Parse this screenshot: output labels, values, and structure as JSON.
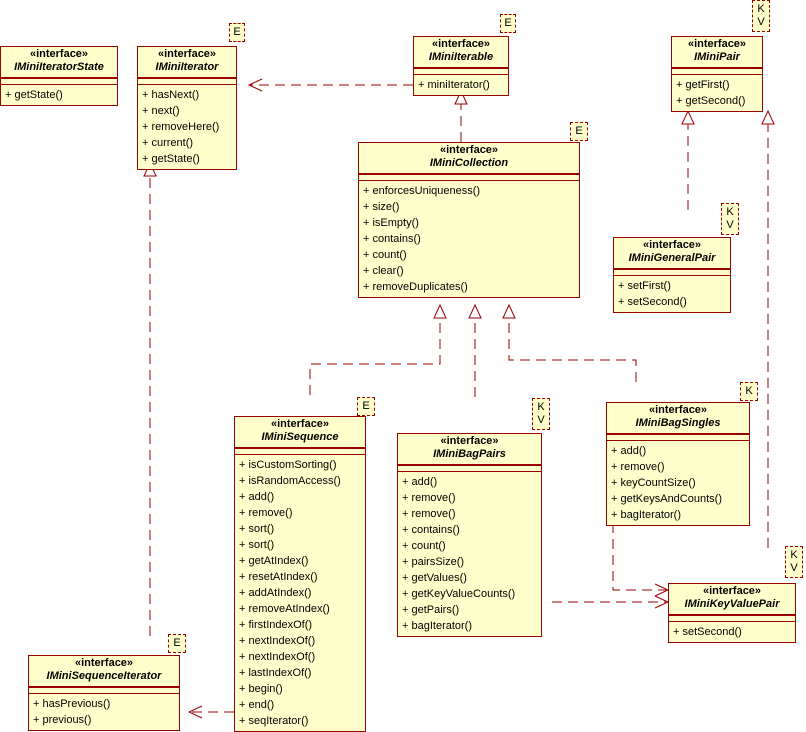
{
  "stereotype": "«interface»",
  "classes": [
    {
      "key": "state",
      "name": "IMiniIteratorState",
      "params": [],
      "ops": [
        "+ getState()"
      ]
    },
    {
      "key": "iter",
      "name": "IMiniIterator",
      "params": [
        "E"
      ],
      "ops": [
        "+ hasNext()",
        "+ next()",
        "+ removeHere()",
        "+ current()",
        "+ getState()"
      ]
    },
    {
      "key": "iterable",
      "name": "IMiniIterable",
      "params": [
        "E"
      ],
      "ops": [
        "+ miniIterator()"
      ]
    },
    {
      "key": "pair",
      "name": "IMiniPair",
      "params": [
        "K",
        "V"
      ],
      "ops": [
        "+ getFirst()",
        "+ getSecond()"
      ]
    },
    {
      "key": "coll",
      "name": "IMiniCollection",
      "params": [
        "E"
      ],
      "ops": [
        "+ enforcesUniqueness()",
        "+ size()",
        "+ isEmpty()",
        "+ contains()",
        "+ count()",
        "+ clear()",
        "+ removeDuplicates()"
      ]
    },
    {
      "key": "gpair",
      "name": "IMiniGeneralPair",
      "params": [
        "K",
        "V"
      ],
      "ops": [
        "+ setFirst()",
        "+ setSecond()"
      ]
    },
    {
      "key": "seq",
      "name": "IMiniSequence",
      "params": [
        "E"
      ],
      "ops": [
        "+ isCustomSorting()",
        "+ isRandomAccess()",
        "+ add()",
        "+ remove()",
        "+ sort()",
        "+ sort()",
        "+ getAtIndex()",
        "+ resetAtIndex()",
        "+ addAtIndex()",
        "+ removeAtIndex()",
        "+ firstIndexOf()",
        "+ nextIndexOf()",
        "+ nextIndexOf()",
        "+ lastIndexOf()",
        "+ begin()",
        "+ end()",
        "+ seqIterator()"
      ]
    },
    {
      "key": "bagpairs",
      "name": "IMiniBagPairs",
      "params": [
        "K",
        "V"
      ],
      "ops": [
        "+ add()",
        "+ remove()",
        "+ remove()",
        "+ contains()",
        "+ count()",
        "+ pairsSize()",
        "+ getValues()",
        "+ getKeyValueCounts()",
        "+ getPairs()",
        "+ bagIterator()"
      ]
    },
    {
      "key": "bagsingles",
      "name": "IMiniBagSingles",
      "params": [
        "K"
      ],
      "ops": [
        "+ add()",
        "+ remove()",
        "+ keyCountSize()",
        "+ getKeysAndCounts()",
        "+ bagIterator()"
      ]
    },
    {
      "key": "kvpair",
      "name": "IMiniKeyValuePair",
      "params": [
        "K",
        "V"
      ],
      "ops": [
        "+ setSecond()"
      ]
    },
    {
      "key": "seqiter",
      "name": "IMiniSequenceIterator",
      "params": [
        "E"
      ],
      "ops": [
        "+ hasPrevious()",
        "+ previous()"
      ]
    }
  ]
}
